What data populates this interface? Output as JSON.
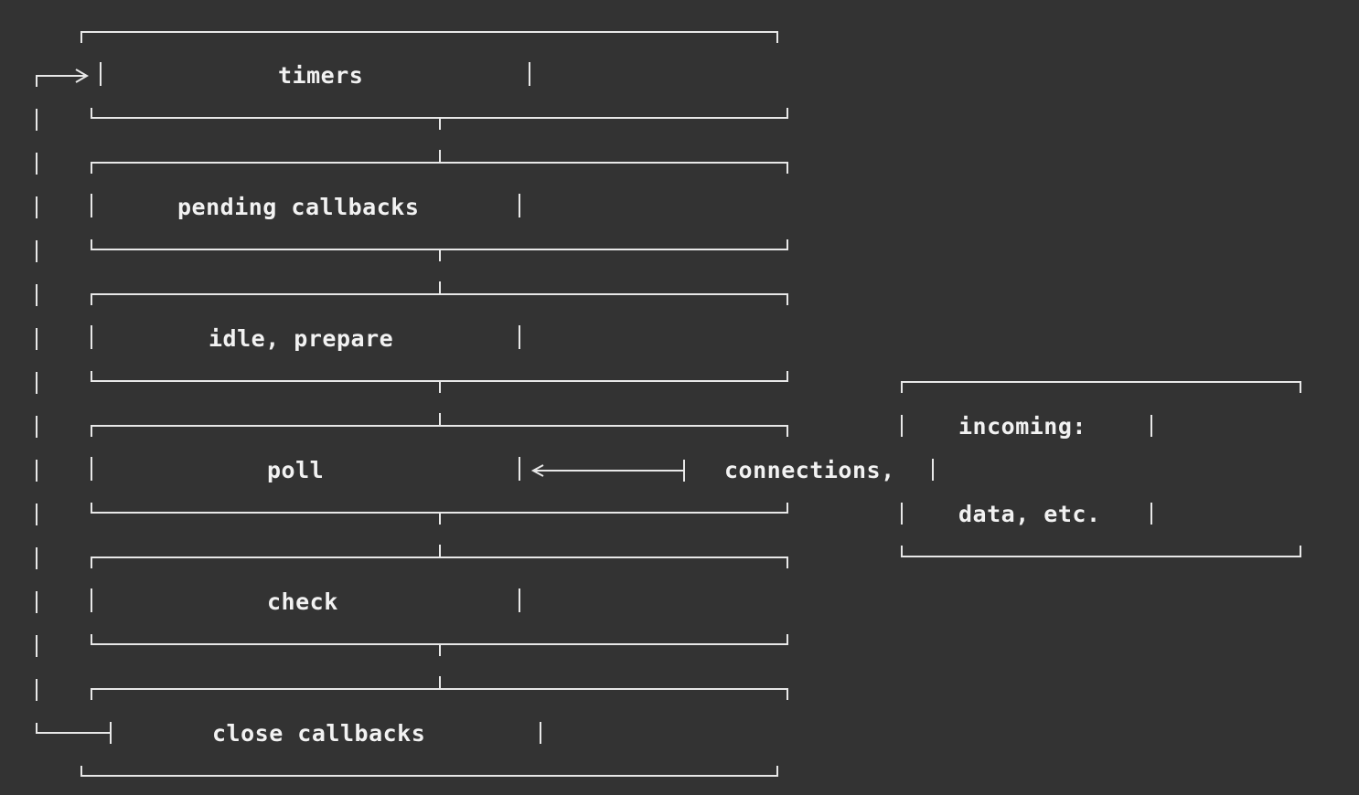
{
  "diagram": {
    "phases": [
      {
        "label": "timers"
      },
      {
        "label": "pending callbacks"
      },
      {
        "label": "idle, prepare"
      },
      {
        "label": "poll"
      },
      {
        "label": "check"
      },
      {
        "label": "close callbacks"
      }
    ],
    "incoming": {
      "line1": "incoming:",
      "line2": "connections,",
      "line3": "data, etc."
    },
    "colors": {
      "background": "#333333",
      "line": "#e8e8e8",
      "text": "#f2f2f2"
    }
  }
}
